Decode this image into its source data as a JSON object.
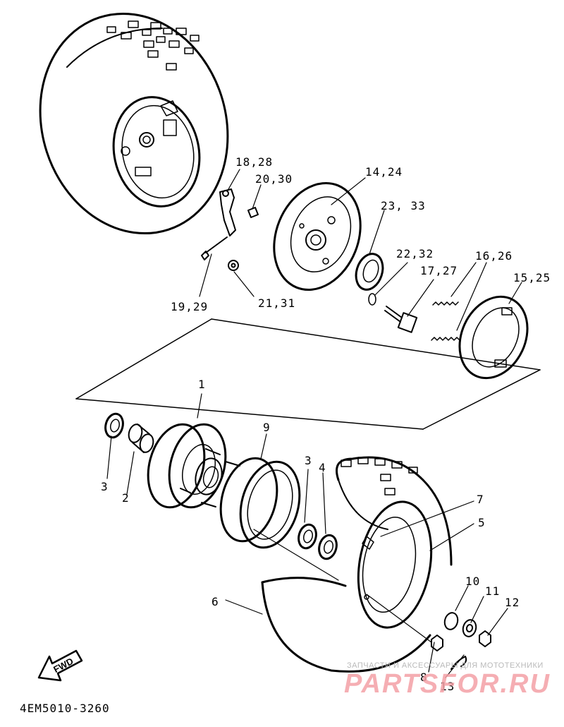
{
  "diagram": {
    "code": "4EM5010-3260",
    "fwd_label": "FWD",
    "watermark_top": "ЗАПЧАСТИ И АКСЕССУАРЫ ДЛЯ МОТОТЕХНИКИ",
    "watermark_brand": "PARTSFOR.RU",
    "callouts": {
      "c18_28": "18,28",
      "c20_30": "20,30",
      "c14_24": "14,24",
      "c23_33": "23, 33",
      "c22_32": "22,32",
      "c17_27": "17,27",
      "c16_26": "16,26",
      "c15_25": "15,25",
      "c19_29": "19,29",
      "c21_31": "21,31",
      "c1": "1",
      "c9": "9",
      "c3a": "3",
      "c2": "2",
      "c3b": "3",
      "c4": "4",
      "c7": "7",
      "c5": "5",
      "c6": "6",
      "c10": "10",
      "c11": "11",
      "c12": "12",
      "c8": "8",
      "c13": "13"
    }
  }
}
